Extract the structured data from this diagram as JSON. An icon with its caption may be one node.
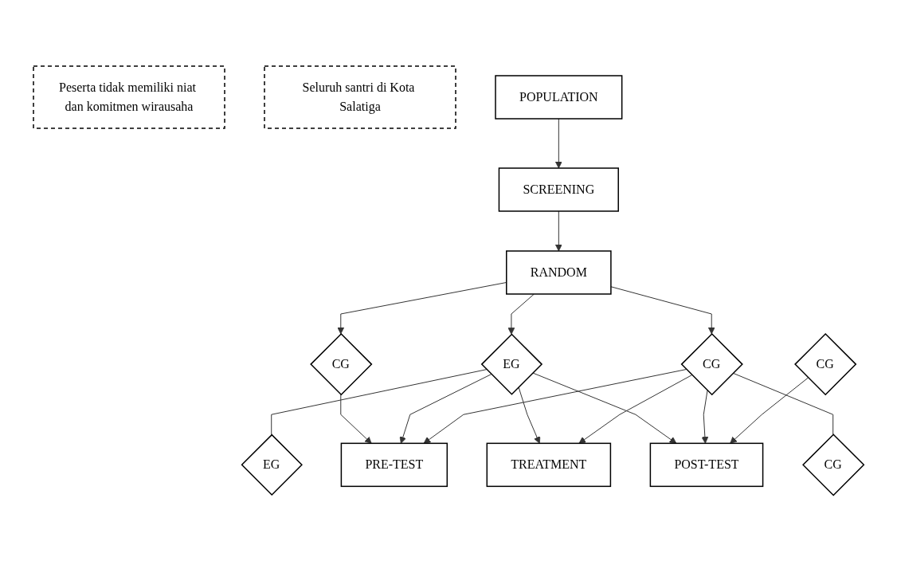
{
  "diagram": {
    "nodes": [
      {
        "text": [
          "RANDOM"
        ]
      },
      {
        "text": [
          "EG"
        ]
      },
      {
        "text": [
          "CG"
        ]
      },
      {
        "text": [
          "CG"
        ]
      },
      {
        "text": [
          "Peserta tidak memiliki niat dan komitmen wirausaha"
        ]
      },
      {
        "text": [
          "SCREENING"
        ]
      },
      {
        "text": [
          "PRE-TEST"
        ]
      },
      {
        "text": [
          "TREATMENT"
        ]
      },
      {
        "text": [
          "Seluruh santri di Kota Salatiga"
        ]
      },
      {
        "text": [
          "POPULATION"
        ]
      },
      {
        "text": [
          "POST-TEST"
        ]
      },
      {
        "text": [
          "EG"
        ]
      },
      {
        "text": [
          "CG"
        ]
      },
      {
        "text": [
          "CG"
        ]
      }
    ],
    "edges": [
      {
        "from": 0,
        "to": 1,
        "arrow": "to"
      },
      {
        "from": 0,
        "to": 2,
        "arrow": "to"
      },
      {
        "from": 0,
        "to": 3,
        "arrow": "to"
      },
      {
        "from": 5,
        "to": 0,
        "arrow": "to"
      },
      {
        "from": 9,
        "to": 5,
        "arrow": "to"
      },
      {
        "from": 2,
        "to": 6,
        "arrow": "to"
      },
      {
        "from": 1,
        "to": 11,
        "arrow": "none"
      },
      {
        "from": 1,
        "to": 6,
        "arrow": "to"
      },
      {
        "from": 1,
        "to": 7,
        "arrow": "to"
      },
      {
        "from": 1,
        "to": 10,
        "arrow": "to"
      },
      {
        "from": 3,
        "to": 13,
        "arrow": "none"
      },
      {
        "from": 3,
        "to": 6,
        "arrow": "to"
      },
      {
        "from": 3,
        "to": 7,
        "arrow": "to"
      },
      {
        "from": 3,
        "to": 10,
        "arrow": "to"
      },
      {
        "from": 12,
        "to": 10,
        "arrow": "to"
      }
    ]
  }
}
